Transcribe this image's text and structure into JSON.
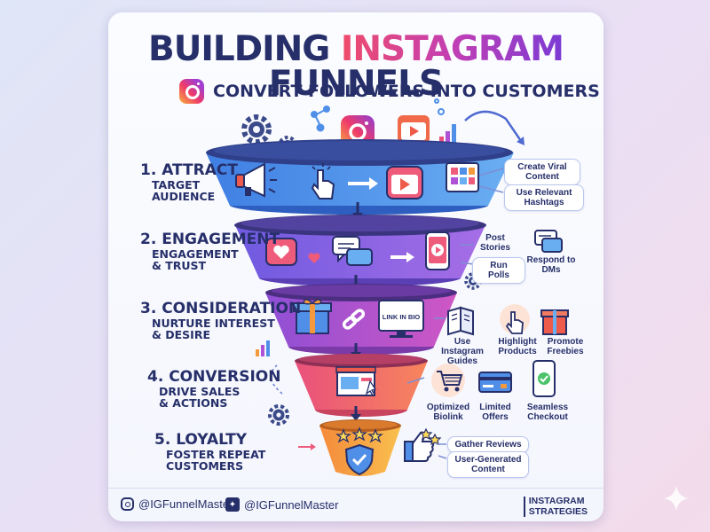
{
  "header": {
    "title_part1": "BUILDING ",
    "title_part2": "INSTAGRAM",
    "title_part3": " FUNNELS",
    "subtitle": "CONVERT FOLLOWERS INTO CUSTOMERS"
  },
  "stages": [
    {
      "heading": "1. ATTRACT",
      "sub1": "TARGET",
      "sub2": "AUDIENCE"
    },
    {
      "heading": "2. ENGAGEMENT",
      "sub1": "ENGAGEMENT",
      "sub2": "& TRUST"
    },
    {
      "heading": "3. CONSIDERATION",
      "sub1": "NURTURE INTEREST",
      "sub2": "& DESIRE"
    },
    {
      "heading": "4. CONVERSION",
      "sub1": "DRIVE SALES",
      "sub2": "& ACTIONS"
    },
    {
      "heading": "5. LOYALTY",
      "sub1": "FOSTER REPEAT",
      "sub2": "CUSTOMERS"
    }
  ],
  "funnel_labels": {
    "link_in_bio": "LINK IN BIO"
  },
  "tactics": {
    "attract": {
      "a": "Create Viral\nContent",
      "b": "Use Relevant\nHashtags"
    },
    "engagement": {
      "a": "Post\nStories",
      "b": "Run Polls",
      "c": "Respond to\nDMs"
    },
    "consideration": {
      "a": "Use Instagram\nGuides",
      "b": "Highlight\nProducts",
      "c": "Promote\nFreebies"
    },
    "conversion": {
      "a": "Optimized\nBiolink",
      "b": "Limited\nOffers",
      "c": "Seamless\nCheckout"
    },
    "loyalty": {
      "a": "Gather Reviews",
      "b": "User-Generated\nContent"
    }
  },
  "footer": {
    "instagram_handle": "@IGFunnelMaster",
    "twitter_handle": "@IGFunnelMaster",
    "brand_line1": "INSTAGRAM",
    "brand_line2": "STRATEGIES"
  },
  "colors": {
    "navy": "#262f69",
    "stage1": "#4f8fe8",
    "stage2": "#8a63e0",
    "stage3": "#b052d6",
    "stage4": "#ef5b7b",
    "stage5": "#f59a3c"
  }
}
